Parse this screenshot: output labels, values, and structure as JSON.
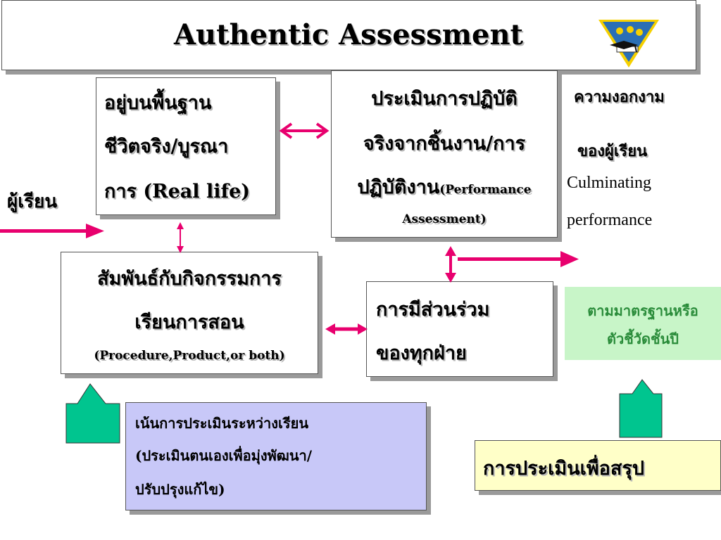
{
  "title": "Authentic Assessment",
  "learner_label": "ผู้เรียน",
  "real_life": {
    "line1": "อยู่บนพื้นฐาน",
    "line2": "ชีวิตจริง/บูรณา",
    "line3": "การ (Real life)"
  },
  "performance": {
    "line1": "ประเมินการปฏิบัติ",
    "line2": "จริงจากชิ้นงาน/การ",
    "line3a": "ปฏิบัติงาน",
    "line3b": "(Performance",
    "line4": "Assessment)"
  },
  "culminating": {
    "line1": "ความงอกงาม",
    "line2": "ของผู้เรียน",
    "line3": "Culminating",
    "line4": "performance"
  },
  "activities": {
    "line1": "สัมพันธ์กับกิจกรรมการ",
    "line2": "เรียนการสอน",
    "line3": "(Procedure,Product,or both)"
  },
  "participation": {
    "line1": "การมีส่วนร่วม",
    "line2": "ของทุกฝ่าย"
  },
  "standards": {
    "line1": "ตามมาตรฐานหรือ",
    "line2": "ตัวชี้วัดชั้นปี"
  },
  "formative": {
    "line1": "เน้นการประเมินระหว่างเรียน",
    "line2": "(ประเมินตนเองเพื่อมุ่งพัฒนา/",
    "line3": "ปรับปรุงแก้ไข)"
  },
  "summative": "การประเมินเพื่อสรุป",
  "colors": {
    "arrow_pink": "#e8006e",
    "up_arrow_green": "#00c58f",
    "standards_bg": "#c8f5c8",
    "standards_text": "#2a8c3a",
    "formative_bg": "#c8c8f8",
    "summative_bg": "#ffffc8",
    "logo_blue": "#2a6fb5",
    "logo_yellow": "#f5d000"
  },
  "icons": [
    "graduation-logo-icon",
    "double-arrow-icon",
    "right-arrow-icon",
    "up-arrow-icon"
  ]
}
